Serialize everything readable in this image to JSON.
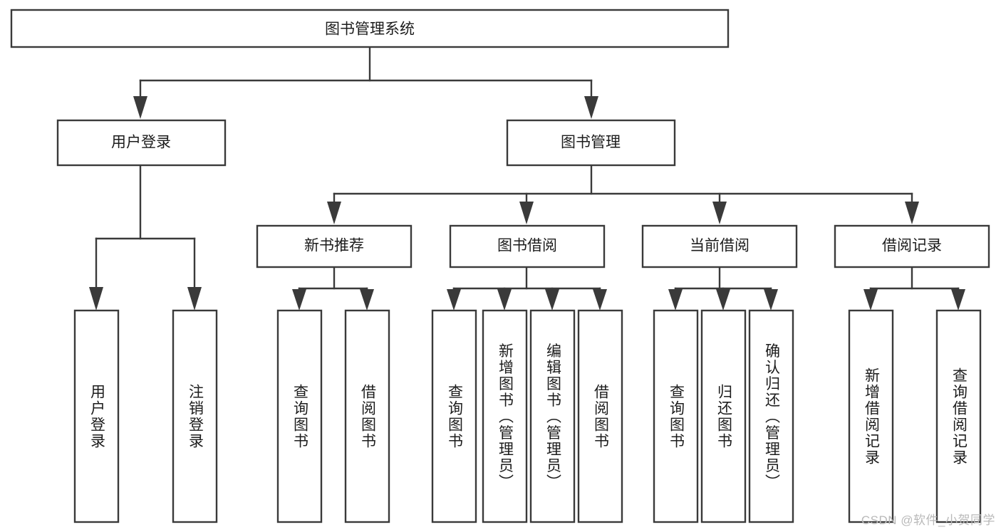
{
  "diagram": {
    "title": "图书管理系统",
    "type": "hierarchy-tree",
    "orientation": "top-down",
    "colors": {
      "box_stroke": "#3a3a3a",
      "box_fill": "#ffffff",
      "connector": "#3a3a3a",
      "text": "#1c1c1c",
      "watermark": "#b9b9b9",
      "background": "#ffffff"
    },
    "root": {
      "label": "图书管理系统",
      "orientation": "horizontal"
    },
    "level2": [
      {
        "label": "用户登录",
        "orientation": "horizontal"
      },
      {
        "label": "图书管理",
        "orientation": "horizontal"
      }
    ],
    "level3": [
      {
        "label": "新书推荐",
        "orientation": "horizontal"
      },
      {
        "label": "图书借阅",
        "orientation": "horizontal"
      },
      {
        "label": "当前借阅",
        "orientation": "horizontal"
      },
      {
        "label": "借阅记录",
        "orientation": "horizontal"
      }
    ],
    "leaves": {
      "user_login": [
        {
          "label": "用户登录",
          "orientation": "vertical"
        },
        {
          "label": "注销登录",
          "orientation": "vertical"
        }
      ],
      "new_book_recommend": [
        {
          "label": "查询图书",
          "orientation": "vertical"
        },
        {
          "label": "借阅图书",
          "orientation": "vertical"
        }
      ],
      "book_borrow": [
        {
          "label": "查询图书",
          "orientation": "vertical"
        },
        {
          "label": "新增图书（管理员）",
          "orientation": "vertical"
        },
        {
          "label": "编辑图书（管理员）",
          "orientation": "vertical"
        },
        {
          "label": "借阅图书",
          "orientation": "vertical"
        }
      ],
      "current_borrow": [
        {
          "label": "查询图书",
          "orientation": "vertical"
        },
        {
          "label": "归还图书",
          "orientation": "vertical"
        },
        {
          "label": "确认归还（管理员）",
          "orientation": "vertical"
        }
      ],
      "borrow_record": [
        {
          "label": "新增借阅记录",
          "orientation": "vertical"
        },
        {
          "label": "查询借阅记录",
          "orientation": "vertical"
        }
      ]
    },
    "watermark": "CSDN @软件_小贺同学"
  }
}
